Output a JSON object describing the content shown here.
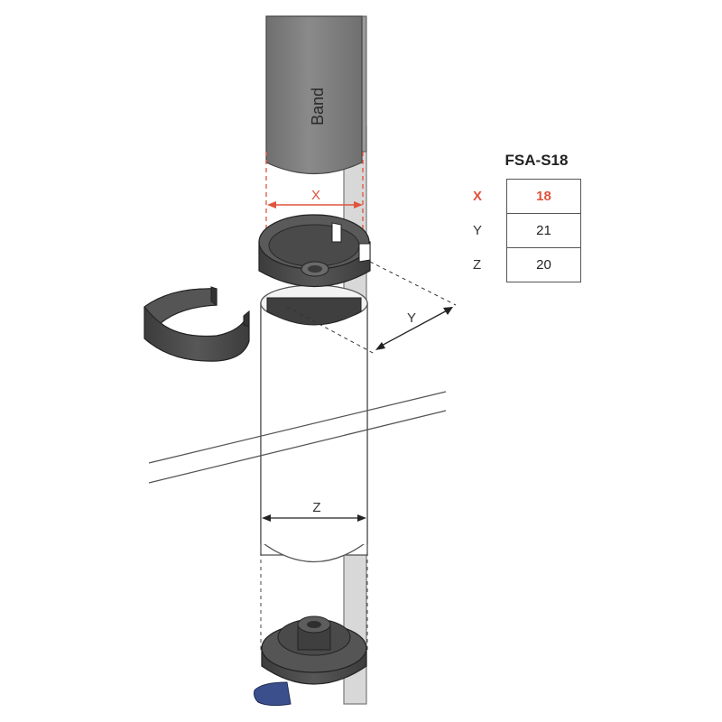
{
  "diagram": {
    "band_label": "Band",
    "dim_x": "X",
    "dim_y": "Y",
    "dim_z": "Z"
  },
  "spec": {
    "title": "FSA-S18",
    "rows": [
      {
        "key": "X",
        "value": "18",
        "highlight": true
      },
      {
        "key": "Y",
        "value": "21",
        "highlight": false
      },
      {
        "key": "Z",
        "value": "20",
        "highlight": false
      }
    ]
  },
  "colors": {
    "accent": "#e0533c",
    "band": "#7d7d7d",
    "part": "#4a4a4a",
    "tab": "#3b4f8c"
  }
}
